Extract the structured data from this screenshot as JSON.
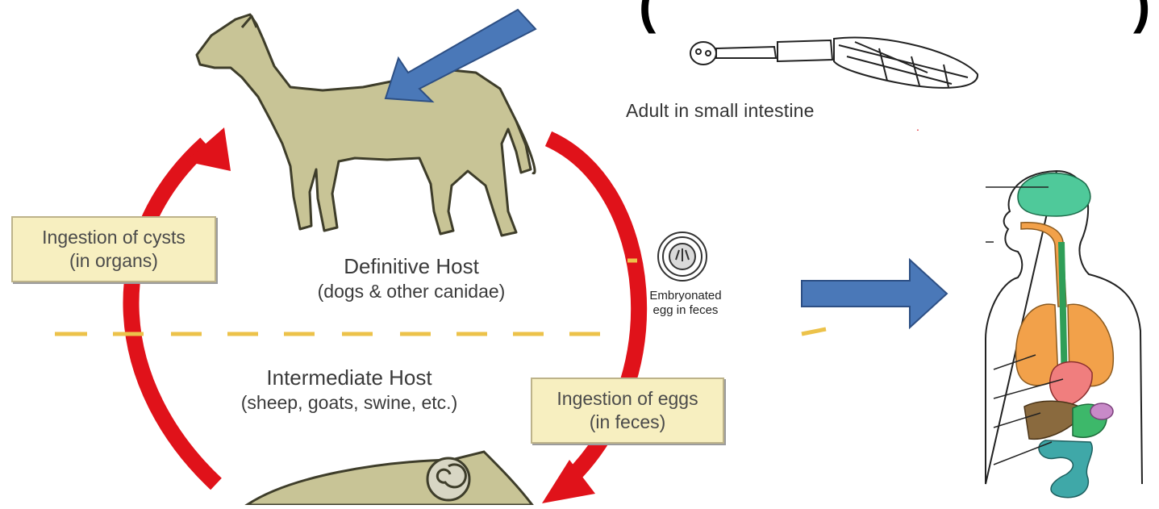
{
  "diagram": {
    "title_fragment_left": "(",
    "title_fragment_right": ")",
    "definitive_host": {
      "title": "Definitive Host",
      "subtitle": "(dogs & other canidae)"
    },
    "intermediate_host": {
      "title": "Intermediate Host",
      "subtitle": "(sheep, goats, swine, etc.)"
    },
    "box_cysts": {
      "line1": "Ingestion of cysts",
      "line2": "(in organs)"
    },
    "box_eggs": {
      "line1": "Ingestion of eggs",
      "line2": "(in feces)"
    },
    "egg": {
      "line1": "Embryonated",
      "line2": "egg in feces"
    },
    "adult_caption": "Adult in small intestine",
    "colors": {
      "cycle_arrow": "#e0121a",
      "pointer_arrow": "#4a78b8",
      "animal_fill": "#c8c496",
      "box_fill": "#f7efc0",
      "dash_line": "#ecc24a",
      "brain": "#4fc99a",
      "lungs": "#f2a14a",
      "heart": "#f07e7e",
      "liver": "#8a6a3e",
      "stomach": "#3db86a",
      "intestine": "#3fa8a8",
      "spleen": "#c88ac8"
    }
  }
}
